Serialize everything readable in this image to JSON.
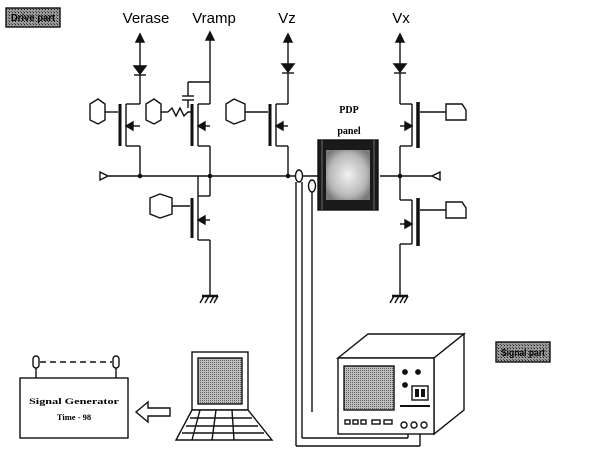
{
  "tags": {
    "drive_part": "Drive part",
    "signal_part": "Signal part"
  },
  "rails": {
    "verase": "Verase",
    "vramp": "Vramp",
    "vz": "Vz",
    "vx": "Vx"
  },
  "panel": {
    "line1": "PDP",
    "line2": "panel"
  },
  "signal_generator": {
    "line1": "Signal Generator",
    "line2": "Time - 98"
  },
  "colors": {
    "ink": "#111111",
    "tag_fill": "#8a8a8a",
    "panel_dark": "#1a1a1a",
    "panel_glow": "#c9c9c9"
  },
  "icons": [
    "drive-part-tag",
    "signal-part-tag",
    "laptop-icon",
    "oscilloscope-icon",
    "signal-generator-box",
    "pdp-panel-icon",
    "arrow-left-icon"
  ]
}
